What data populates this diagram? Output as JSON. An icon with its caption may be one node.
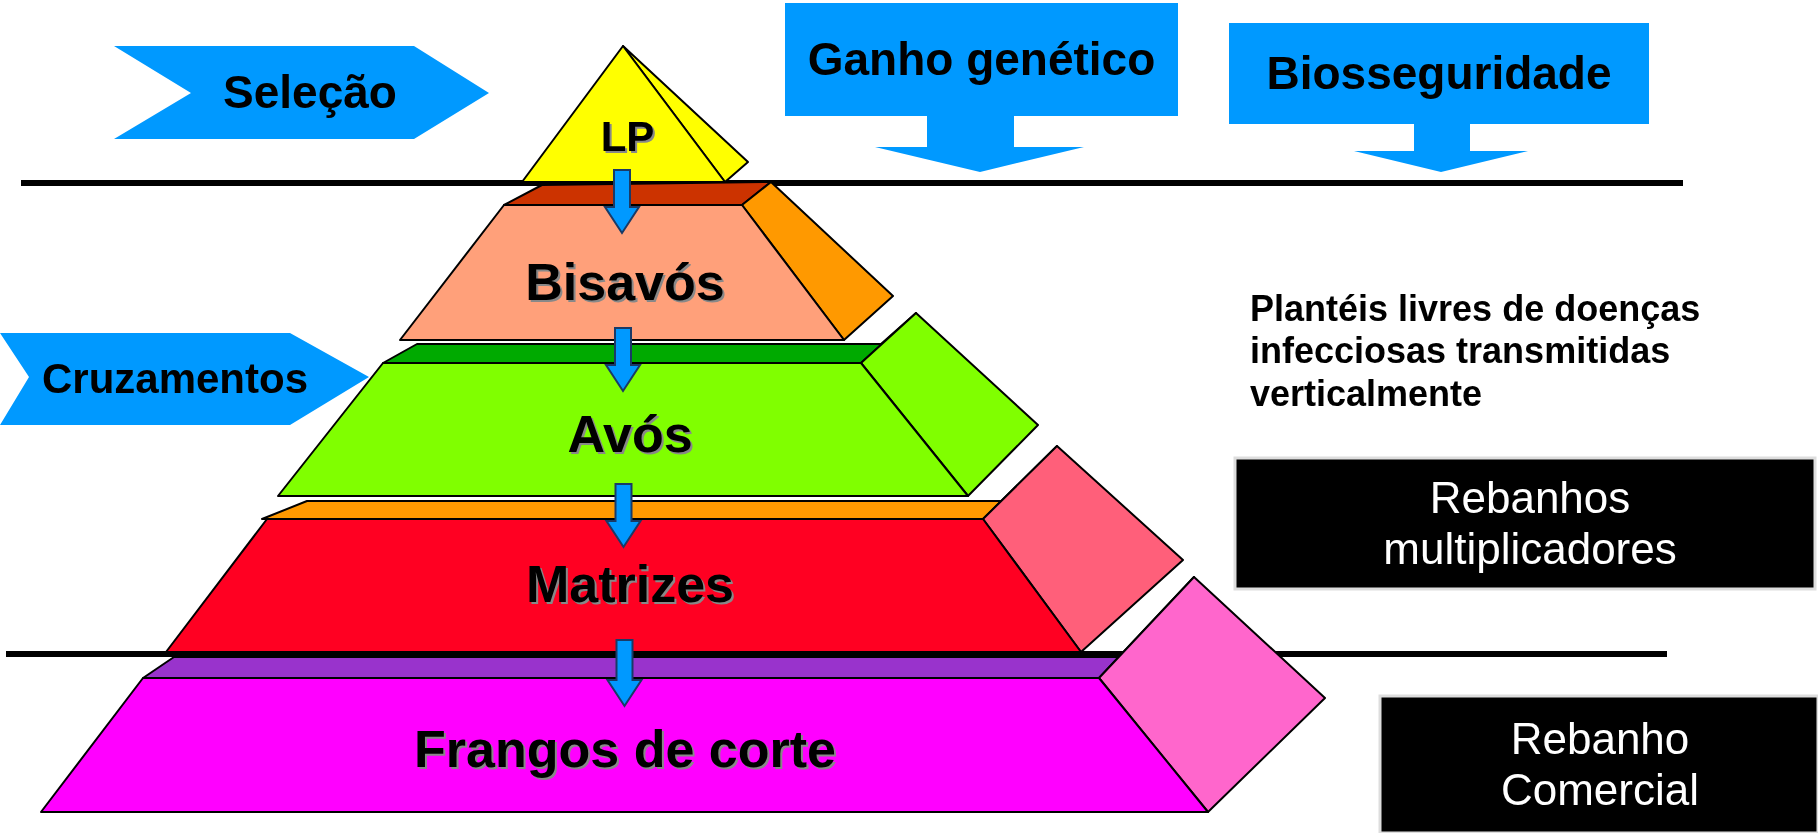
{
  "diagram": {
    "nodes": [
      {
        "text": [
          "Seleção"
        ]
      },
      {
        "text": [
          "LP"
        ]
      },
      {
        "text": [
          "Ganho genético"
        ]
      },
      {
        "text": [
          "Biosseguridade"
        ]
      },
      {
        "text": [
          "Bisavós"
        ]
      },
      {
        "text": [
          "Cruzamentos"
        ]
      },
      {
        "text": [
          "Avós"
        ]
      },
      {
        "text": [
          "Rebanhos multiplicadores"
        ]
      },
      {
        "text": [
          "Matrizes"
        ]
      },
      {
        "text": [
          "Frangos de corte"
        ]
      },
      {
        "text": [
          "Rebanho Comercial"
        ]
      }
    ],
    "edges": [
      {
        "from": 1,
        "to": 4,
        "arrow": "to",
        "style": "thick"
      },
      {
        "from": 4,
        "to": 6,
        "arrow": "to",
        "style": "thick"
      },
      {
        "from": 6,
        "to": 8,
        "arrow": "to",
        "style": "thick"
      },
      {
        "from": 8,
        "to": 9,
        "arrow": "to",
        "style": "thick"
      }
    ],
    "labels": [
      "Plantéis livres de doenças infecciosas transmitidas verticalmente"
    ]
  }
}
